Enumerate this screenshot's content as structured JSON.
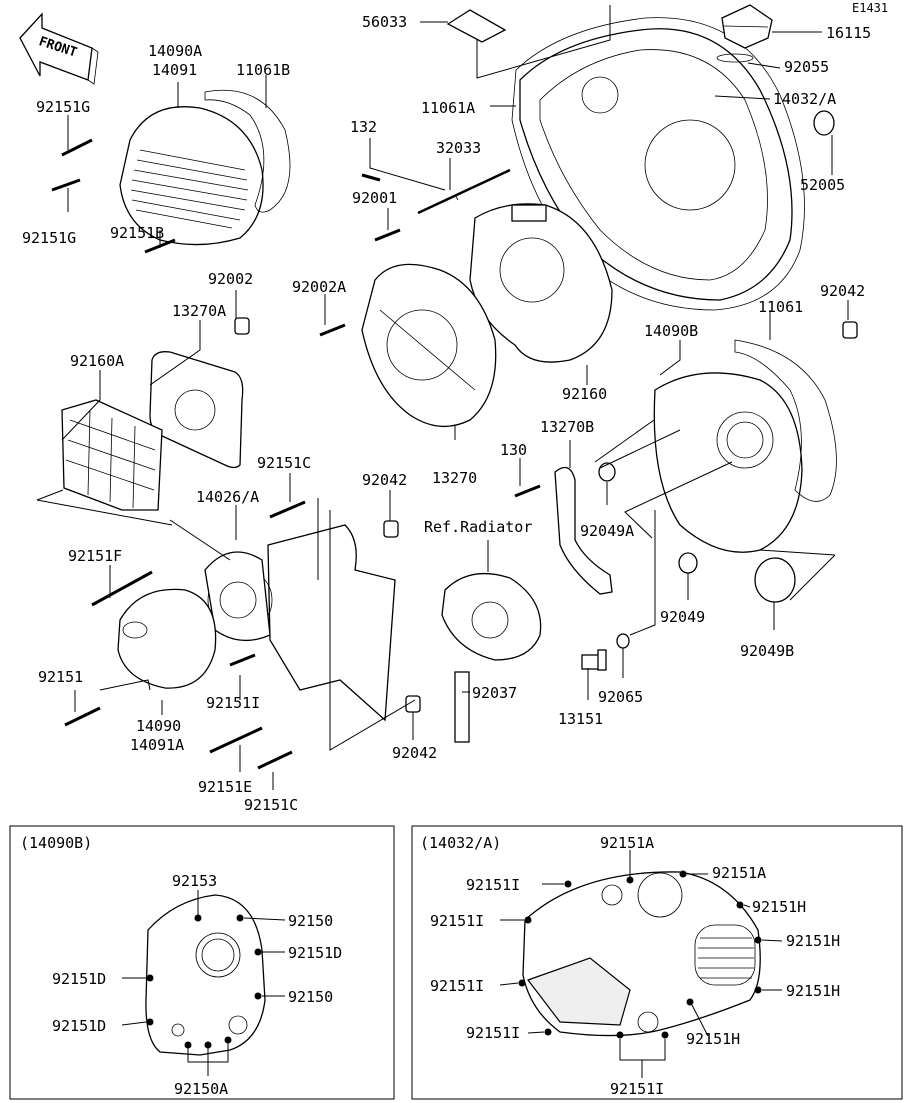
{
  "diagram_code": "E1431",
  "front_label": "FRONT",
  "reference": "Ref.Radiator",
  "parts": {
    "p56033": "56033",
    "p16115": "16115",
    "p14090A": "14090A",
    "p14091": "14091",
    "p11061B": "11061B",
    "p92055": "92055",
    "p92151G_a": "92151G",
    "p92151G_b": "92151G",
    "p11061A": "11061A",
    "p14032A": "14032/A",
    "p132": "132",
    "p32033": "32033",
    "p52005": "52005",
    "p92001": "92001",
    "p92151B": "92151B",
    "p92002": "92002",
    "p92002A": "92002A",
    "p13270A": "13270A",
    "p11061": "11061",
    "p92042_a": "92042",
    "p92160A": "92160A",
    "p14090B": "14090B",
    "p92160": "92160",
    "p13270B": "13270B",
    "p130": "130",
    "p13270": "13270",
    "p92151C_a": "92151C",
    "p92042_b": "92042",
    "p14026A": "14026/A",
    "p92049A": "92049A",
    "p92151F": "92151F",
    "p92049": "92049",
    "p92151": "92151",
    "p92049B": "92049B",
    "p92151I_a": "92151I",
    "p92037": "92037",
    "p92065": "92065",
    "p14090": "14090",
    "p14091A": "14091A",
    "p13151": "13151",
    "p92042_c": "92042",
    "p92151E": "92151E",
    "p92151C_b": "92151C"
  },
  "inset_left": {
    "title": "(14090B)",
    "labels": {
      "l92153": "92153",
      "l92150_a": "92150",
      "l92151D_a": "92151D",
      "l92151D_b": "92151D",
      "l92150_b": "92150",
      "l92151D_c": "92151D",
      "l92150A": "92150A"
    }
  },
  "inset_right": {
    "title": "(14032/A)",
    "labels": {
      "r92151A_a": "92151A",
      "r92151I_a": "92151I",
      "r92151A_b": "92151A",
      "r92151H_a": "92151H",
      "r92151I_b": "92151I",
      "r92151H_b": "92151H",
      "r92151I_c": "92151I",
      "r92151H_c": "92151H",
      "r92151I_d": "92151I",
      "r92151H_d": "92151H",
      "r92151I_e": "92151I"
    }
  },
  "colors": {
    "ink": "#000000",
    "paper": "#ffffff",
    "fill_light": "#efefef"
  }
}
